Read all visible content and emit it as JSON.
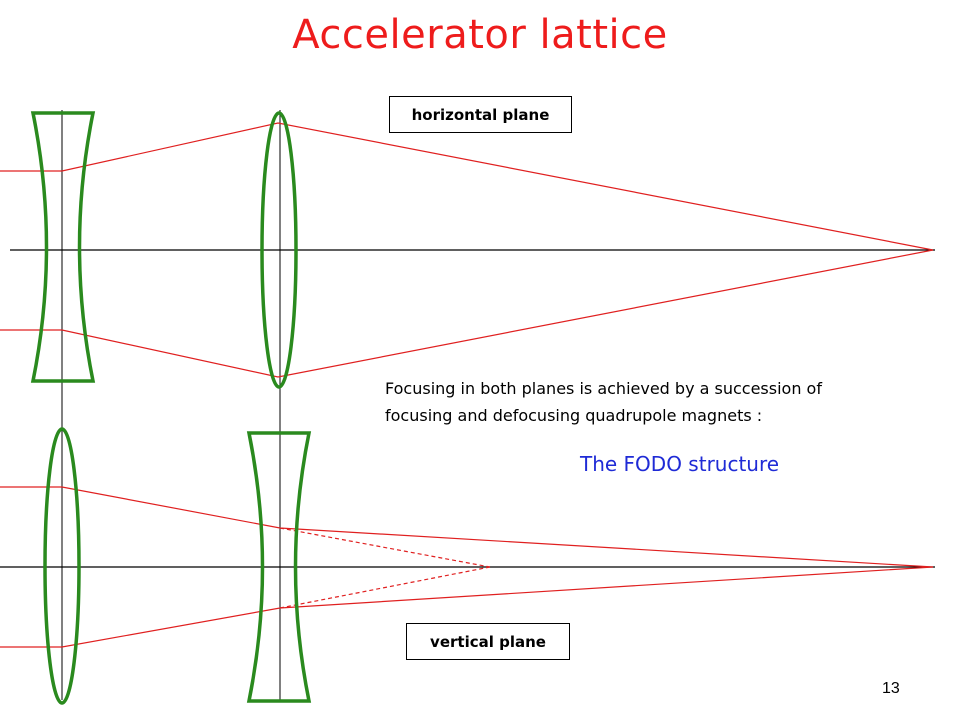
{
  "title": "Accelerator lattice",
  "labels": {
    "horizontal": "horizontal plane",
    "vertical": "vertical plane"
  },
  "description": {
    "line1": "Focusing in both planes is achieved  by a succession of",
    "line2": "focusing and defocusing quadrupole magnets :"
  },
  "highlight": "The FODO structure",
  "page_number": "13",
  "colors": {
    "title": "#ee1c1c",
    "rays": "#e02020",
    "lens": "#2a8a1e",
    "highlight": "#1f2bd6"
  }
}
